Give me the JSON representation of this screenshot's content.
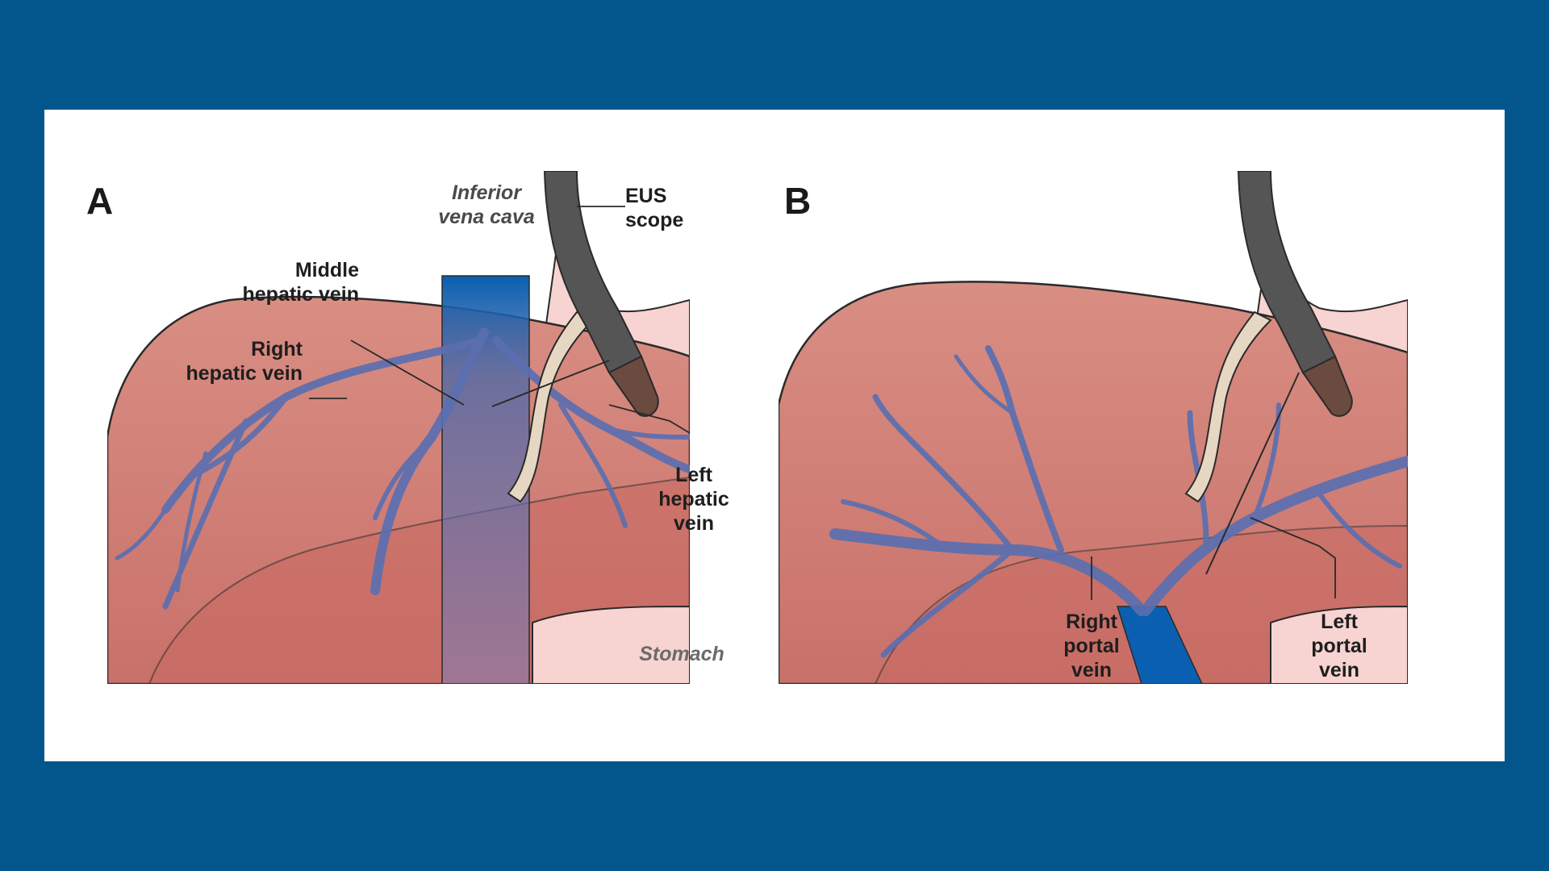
{
  "colors": {
    "background": "#02568c",
    "liver": "#d4857b",
    "vein": "#5b6fb0",
    "ivc": "#0a5fb0",
    "stomach": "#f7d3d1",
    "scope": "#555555"
  },
  "panel_a": {
    "letter": "A",
    "labels": {
      "ivc": "Inferior\nvena cava",
      "eus_scope": "EUS\nscope",
      "middle_hepatic_vein": "Middle\nhepatic vein",
      "right_hepatic_vein": "Right\nhepatic vein",
      "left_hepatic_vein": "Left\nhepatic\nvein",
      "stomach": "Stomach"
    }
  },
  "panel_b": {
    "letter": "B",
    "labels": {
      "right_portal_vein": "Right\nportal\nvein",
      "left_portal_vein": "Left\nportal\nvein"
    }
  }
}
